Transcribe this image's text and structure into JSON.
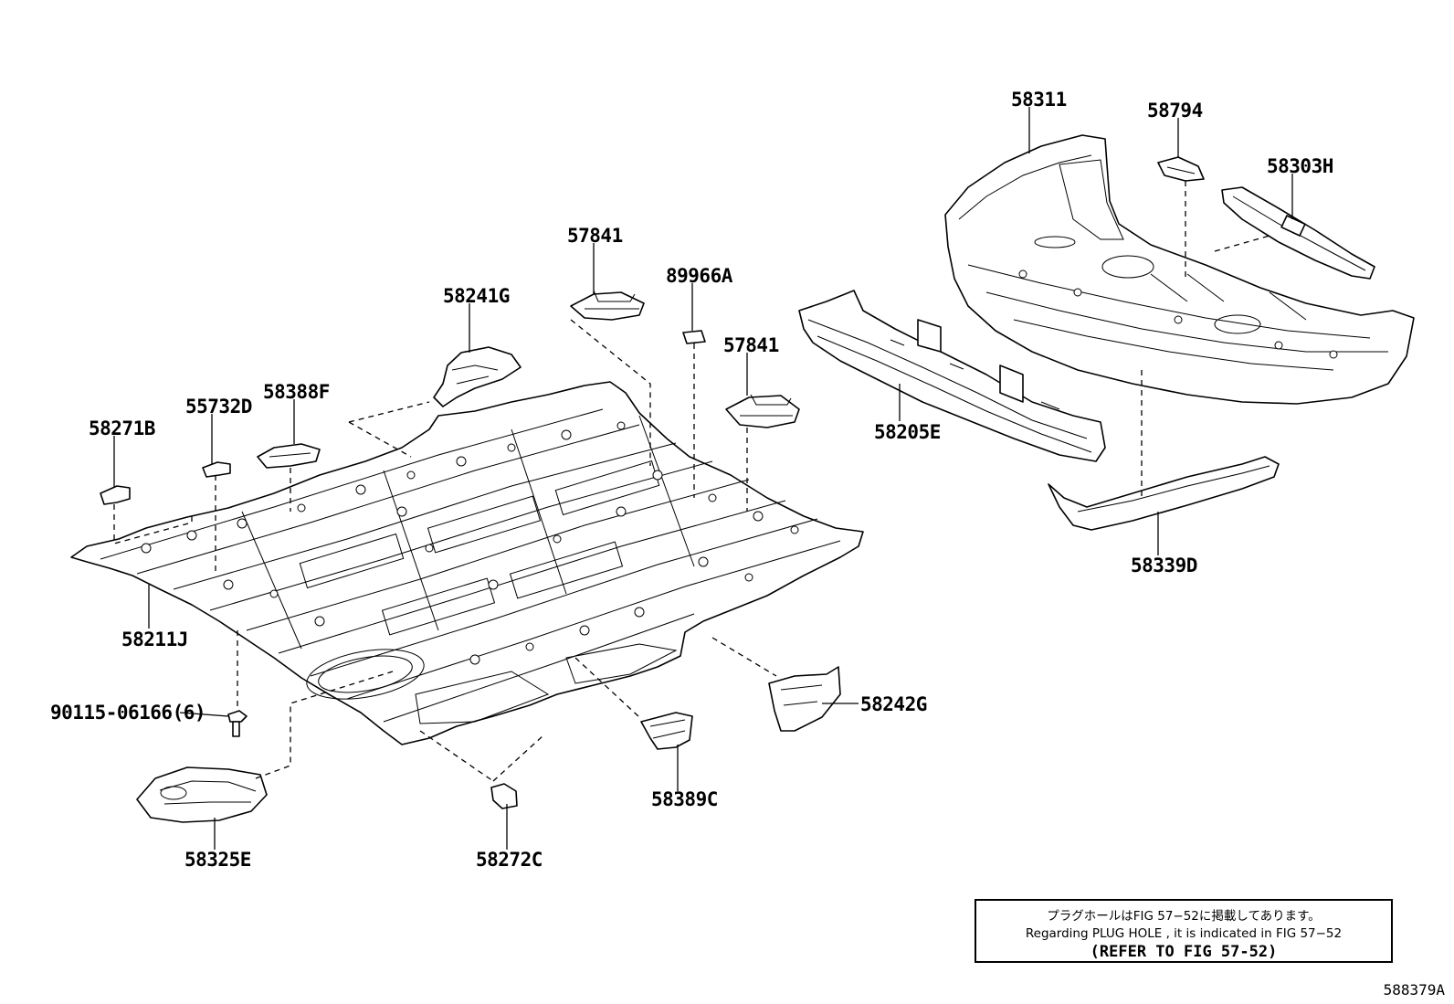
{
  "parts": {
    "p58311": "58311",
    "p58794": "58794",
    "p58303H": "58303H",
    "p57841a": "57841",
    "p89966A": "89966A",
    "p57841b": "57841",
    "p58241G": "58241G",
    "p55732D": "55732D",
    "p58388F": "58388F",
    "p58271B": "58271B",
    "p58205E": "58205E",
    "p58339D": "58339D",
    "p58211J": "58211J",
    "p90115": "90115-06166(6)",
    "p58242G": "58242G",
    "p58389C": "58389C",
    "p58325E": "58325E",
    "p58272C": "58272C"
  },
  "note": {
    "line1": "プラグホールはFIG 57−52に掲載してあります。",
    "line2": "Regarding  PLUG  HOLE , it is indicated in  FIG  57−52",
    "line3": "(REFER TO FIG 57-52)"
  },
  "illustration_code": "588379A"
}
